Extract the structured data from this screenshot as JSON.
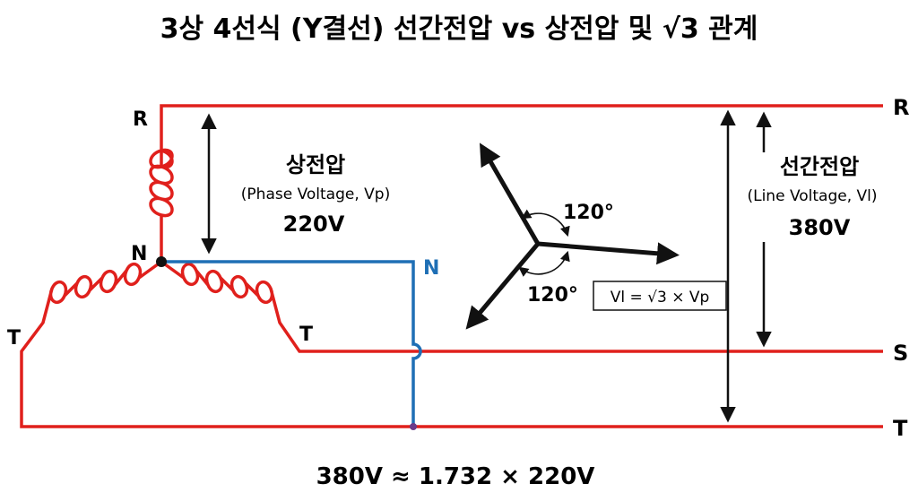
{
  "title": "3상 4선식 (Y결선) 선간전압 vs 상전압 및 √3 관계",
  "colors": {
    "phase": "#e0201c",
    "neutral": "#1f6fb5",
    "ink": "#111111"
  },
  "terminals": {
    "r_left": "R",
    "n_center": "N",
    "t_left": "T",
    "t_mid": "T",
    "n_wire": "N",
    "r_right": "R",
    "s_right": "S",
    "t_right": "T"
  },
  "phase_voltage": {
    "label": "상전압",
    "sub": "(Phase Voltage, Vp)",
    "value": "220V"
  },
  "line_voltage": {
    "label": "선간전압",
    "sub": "(Line Voltage, Vl)",
    "value": "380V"
  },
  "phasor": {
    "angle_top": "120°",
    "angle_bottom": "120°"
  },
  "formula": "Vl = √3 × Vp",
  "bottom_equation": "380V ≈ 1.732 × 220V"
}
